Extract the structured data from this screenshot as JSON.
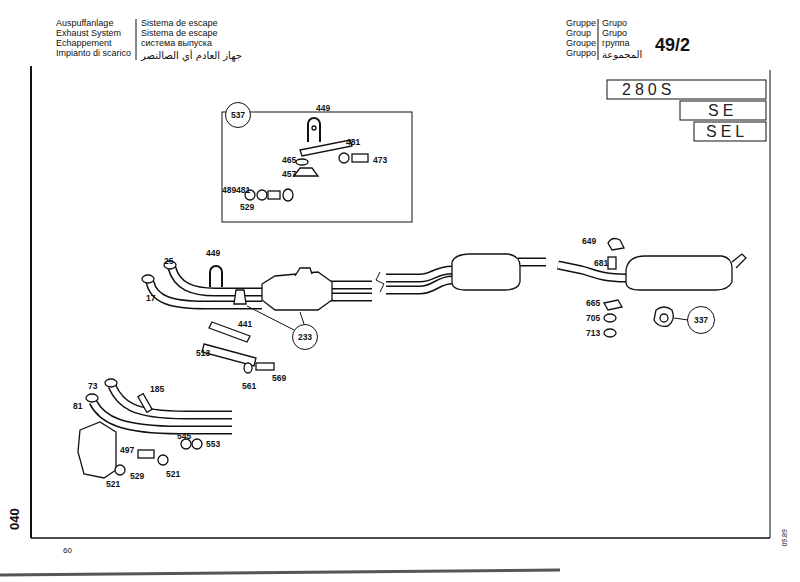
{
  "diagram": {
    "nodes": [
      {
        "text": [
          "537"
        ]
      },
      {
        "text": [
          "233"
        ]
      },
      {
        "text": [
          "337"
        ]
      }
    ],
    "labels": [
      "Auspuffanlage",
      "Exhaust System",
      "Echappement",
      "Impianto di scarico",
      "Sistema de escape",
      "Sistema de escape",
      "система выпуска",
      "جهاز العادم أي الصالتصر",
      "Gruppe",
      "Group",
      "Groupe",
      "Gruppo",
      "Grupo",
      "Grupo",
      "группа",
      "المجموعة",
      "49/2",
      "280S",
      "SE",
      "SEL",
      "449",
      "481",
      "465",
      "473",
      "457",
      "489",
      "481",
      "529",
      "25",
      "449",
      "17",
      "441",
      "513",
      "561",
      "569",
      "649",
      "681",
      "665",
      "705",
      "713",
      "73",
      "185",
      "81",
      "545",
      "553",
      "497",
      "529",
      "521",
      "521",
      "040",
      "60",
      "09.89"
    ]
  }
}
